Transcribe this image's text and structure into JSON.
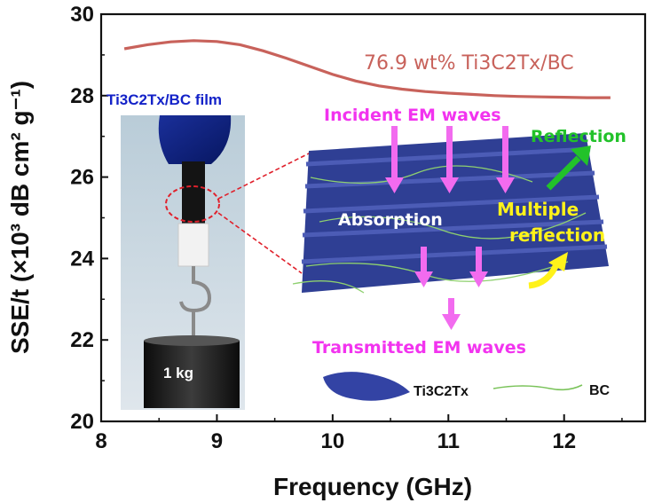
{
  "chart_data": {
    "type": "line",
    "xlabel": "Frequency (GHz)",
    "ylabel": "SSE/t (×10³ dB cm² g⁻¹)",
    "xlim": [
      8,
      12.7
    ],
    "ylim": [
      20,
      30
    ],
    "x_ticks": [
      "8",
      "9",
      "10",
      "11",
      "12"
    ],
    "y_ticks": [
      "20",
      "22",
      "24",
      "26",
      "28",
      "30"
    ],
    "grid": false,
    "series": [
      {
        "name": "76.9 wt% Ti3C2Tx/BC",
        "color": "#c8625b",
        "x": [
          8.2,
          8.4,
          8.6,
          8.8,
          9.0,
          9.2,
          9.4,
          9.6,
          9.8,
          10.0,
          10.2,
          10.4,
          10.6,
          10.8,
          11.0,
          11.2,
          11.4,
          11.6,
          11.8,
          12.0,
          12.2,
          12.4
        ],
        "y": [
          29.15,
          29.25,
          29.32,
          29.35,
          29.33,
          29.25,
          29.1,
          28.92,
          28.72,
          28.52,
          28.36,
          28.24,
          28.16,
          28.1,
          28.06,
          28.03,
          28.0,
          27.98,
          27.97,
          27.96,
          27.95,
          27.95
        ]
      }
    ],
    "annotations": {
      "film_label": "Ti3C2Tx/BC film",
      "incident": "Incident EM waves",
      "reflection": "Reflection",
      "absorption": "Absorption",
      "multiple_line1": "Multiple",
      "multiple_line2": "reflection",
      "transmitted": "Transmitted EM waves",
      "legend_mxene": "Ti3C2Tx",
      "legend_bc": "BC",
      "weight": "1 kg"
    }
  }
}
